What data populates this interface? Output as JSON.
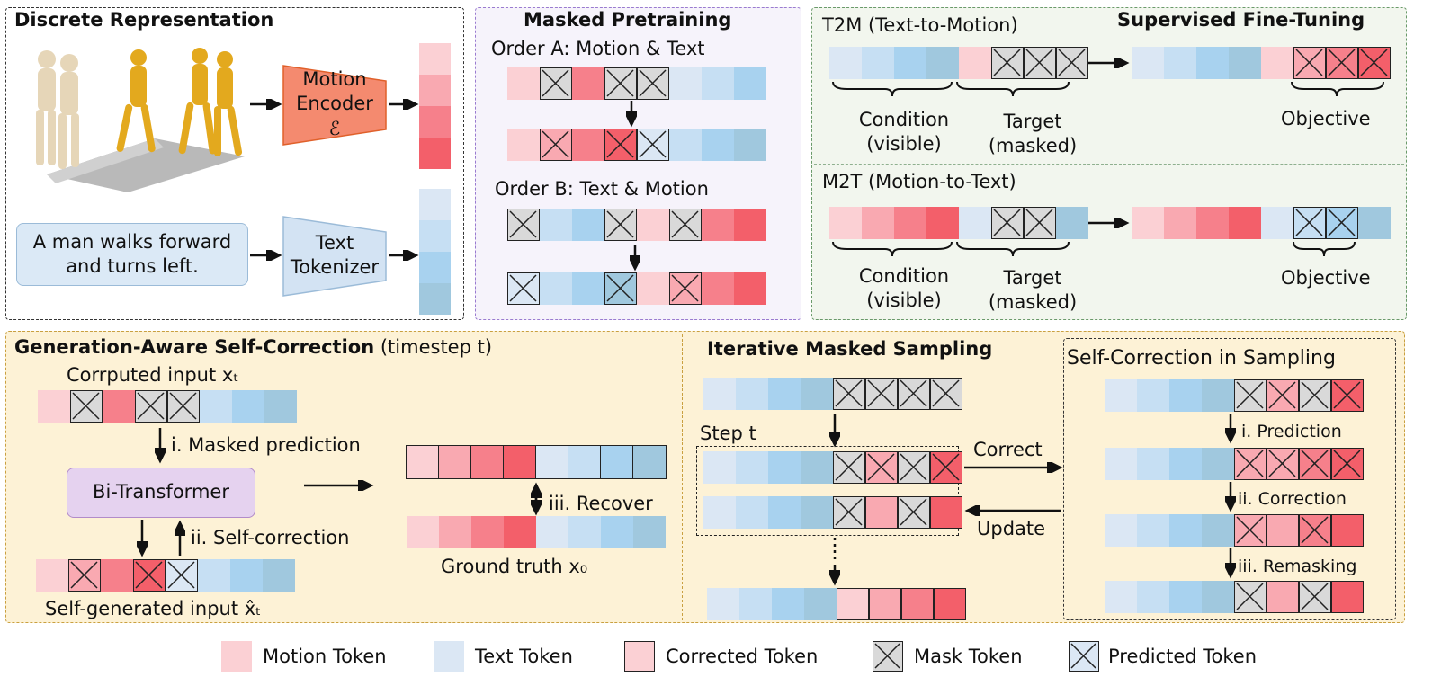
{
  "colors": {
    "motion": [
      "#fbd0d4",
      "#f9a9b1",
      "#f6808b",
      "#f35f6a"
    ],
    "text": [
      "#dbe7f4",
      "#c6dff3",
      "#a8d2ef",
      "#a0c8de"
    ],
    "corrected": "#fbd0d4",
    "mask_fill": "#d9d9d9",
    "predicted_fill": "#dbe7f4"
  },
  "panels": {
    "discrete": {
      "title": "Discrete Representation",
      "motion_encoder": "Motion Encoder ℰ",
      "text_box": "A man walks forward and turns left.",
      "text_tokenizer": "Text Tokenizer"
    },
    "masked": {
      "title": "Masked Pretraining",
      "order_a": "Order A: Motion & Text",
      "order_b": "Order B: Text & Motion"
    },
    "sft": {
      "title": "Supervised Fine-Tuning",
      "t2m": "T2M (Text-to-Motion)",
      "m2t": "M2T (Motion-to-Text)",
      "condition": "Condition (visible)",
      "target": "Target (masked)",
      "objective": "Objective"
    },
    "gen": {
      "title": "Generation-Aware Self-Correction",
      "title_suffix": "(timestep t)",
      "corrupted": "Corrputed input xₜ",
      "masked_prediction": "i. Masked prediction",
      "bi_transformer": "Bi-Transformer",
      "self_correction": "ii. Self-correction",
      "self_generated": "Self-generated input x̂ₜ",
      "recover": "iii. Recover",
      "ground_truth": "Ground truth x₀"
    },
    "iterative": {
      "title": "Iterative Masked Sampling",
      "step": "Step t",
      "correct": "Correct",
      "update": "Update"
    },
    "sampling_sc": {
      "title": "Self-Correction in Sampling",
      "prediction": "i. Prediction",
      "correction": "ii. Correction",
      "remasking": "iii. Remasking"
    }
  },
  "legend": [
    {
      "label": "Motion Token"
    },
    {
      "label": "Text Token"
    },
    {
      "label": "Corrected Token"
    },
    {
      "label": "Mask Token"
    },
    {
      "label": "Predicted Token"
    }
  ]
}
